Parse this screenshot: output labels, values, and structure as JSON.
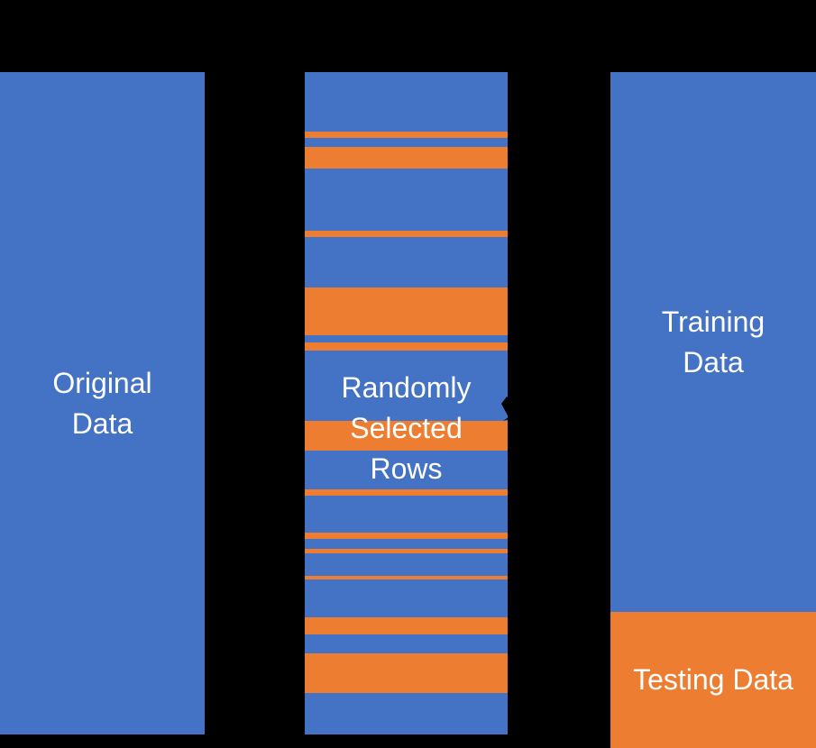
{
  "background": "#000000",
  "colors": {
    "blue": "#4472C4",
    "orange": "#ED7D31",
    "text": "#FFFFFF",
    "arrow": "#000000"
  },
  "columns": {
    "original": {
      "lines": [
        "Original",
        "Data"
      ],
      "color": "blue"
    },
    "random": {
      "lines": [
        "Randomly",
        "Selected",
        "Rows"
      ],
      "stripes": [
        {
          "color": "blue",
          "h": 66
        },
        {
          "color": "orange",
          "h": 7
        },
        {
          "color": "blue",
          "h": 10
        },
        {
          "color": "orange",
          "h": 24
        },
        {
          "color": "blue",
          "h": 69
        },
        {
          "color": "orange",
          "h": 7
        },
        {
          "color": "blue",
          "h": 56
        },
        {
          "color": "orange",
          "h": 53
        },
        {
          "color": "blue",
          "h": 8
        },
        {
          "color": "orange",
          "h": 9
        },
        {
          "color": "blue",
          "h": 78
        },
        {
          "color": "orange",
          "h": 33
        },
        {
          "color": "blue",
          "h": 43
        },
        {
          "color": "orange",
          "h": 7
        },
        {
          "color": "blue",
          "h": 41
        },
        {
          "color": "orange",
          "h": 7
        },
        {
          "color": "blue",
          "h": 11
        },
        {
          "color": "orange",
          "h": 5
        },
        {
          "color": "blue",
          "h": 25
        },
        {
          "color": "orange",
          "h": 4
        },
        {
          "color": "blue",
          "h": 42
        },
        {
          "color": "orange",
          "h": 19
        },
        {
          "color": "blue",
          "h": 21
        },
        {
          "color": "orange",
          "h": 44
        },
        {
          "color": "blue",
          "h": 46
        }
      ]
    },
    "split": {
      "training": {
        "lines": [
          "Training",
          "Data"
        ],
        "color": "blue"
      },
      "testing": {
        "lines": [
          "Testing Data"
        ],
        "color": "orange"
      }
    }
  },
  "icons": {
    "arrowhead": "black-arrow-tip"
  }
}
